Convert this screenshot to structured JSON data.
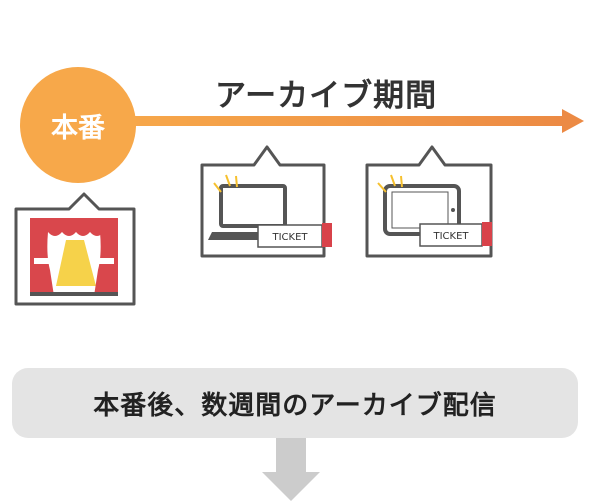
{
  "heading": "アーカイブ期間",
  "live_label": "本番",
  "ticket_label": "TICKET",
  "banner_text": "本番後、数週間のアーカイブ配信",
  "colors": {
    "accent": "#f7a84a",
    "arrow": "#ef9a45",
    "ticket_red": "#d8424a",
    "curtain_red": "#d9474c",
    "spotlight": "#f6d24a",
    "banner_bg": "#e4e4e4",
    "down_arrow": "#cccccc",
    "outline": "#555555"
  },
  "icons": [
    "curtain-stage-icon",
    "laptop-icon",
    "tablet-icon",
    "ticket-icon",
    "down-arrow-icon"
  ]
}
